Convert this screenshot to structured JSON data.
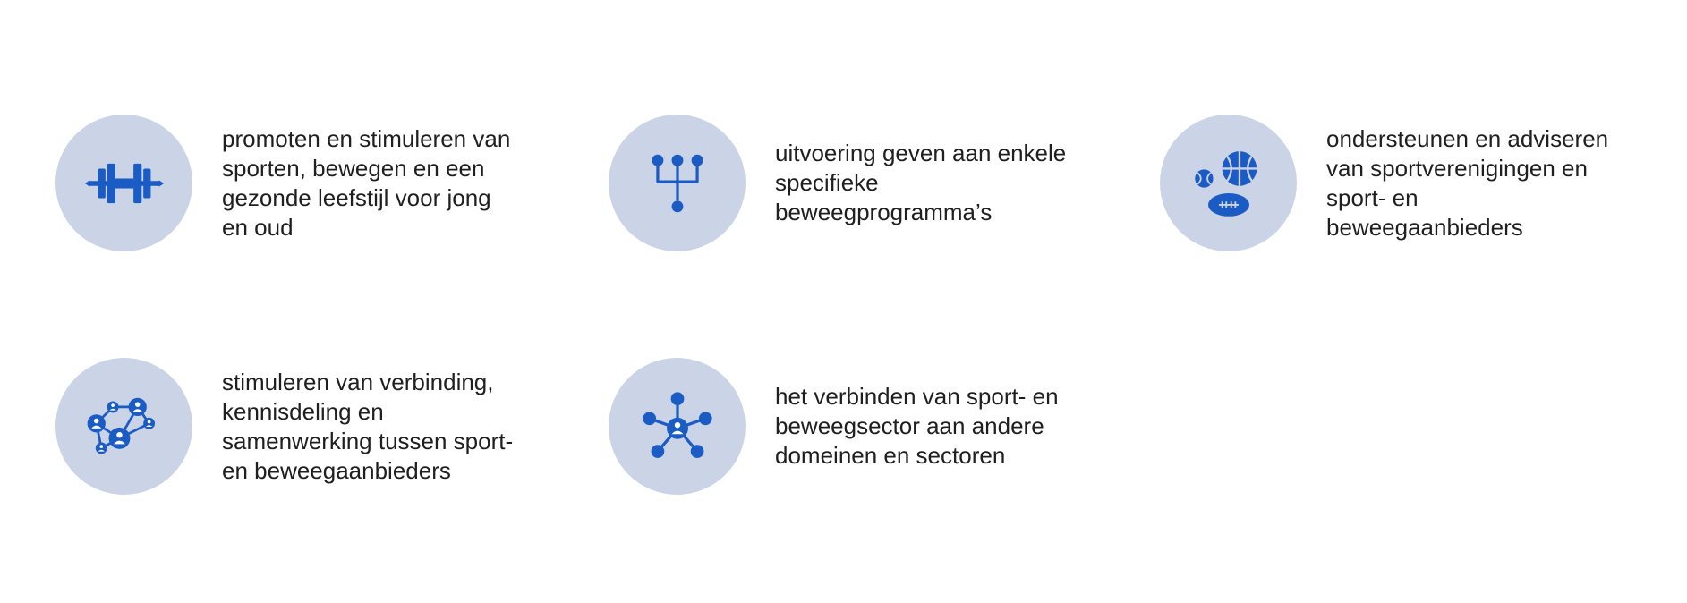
{
  "accent_color": "#1a5bc4",
  "circle_color": "#cbd3e6",
  "items": [
    {
      "icon": "dumbbell-icon",
      "text": "promoten en stimuleren van\nsporten, bewegen en een\ngezonde leefstijl voor jong\nen oud"
    },
    {
      "icon": "hierarchy-icon",
      "text": "uitvoering geven aan enkele\nspecifieke\nbeweegprogramma’s"
    },
    {
      "icon": "sports-balls-icon",
      "text": "ondersteunen en adviseren\nvan sportverenigingen en\nsport- en\nbeweegaanbieders"
    },
    {
      "icon": "people-network-icon",
      "text": "stimuleren van verbinding,\nkennisdeling en\nsamenwerking tussen sport-\nen beweegaanbieders"
    },
    {
      "icon": "hub-network-icon",
      "text": "het verbinden van sport- en\nbeweegsector aan andere\ndomeinen en sectoren"
    }
  ]
}
